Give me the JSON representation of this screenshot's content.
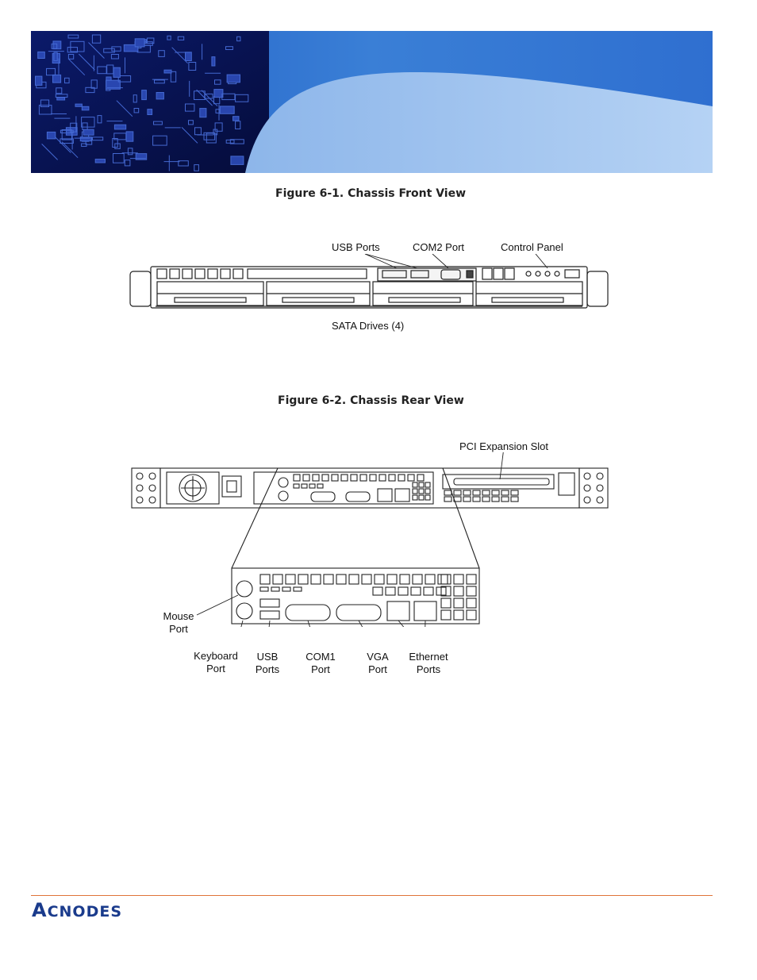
{
  "figures": {
    "front": {
      "caption": "Figure 6-1.  Chassis Front View",
      "labels": {
        "usb_ports": "USB Ports",
        "com2_port": "COM2 Port",
        "control_panel": "Control Panel",
        "sata_drives": "SATA Drives (4)"
      }
    },
    "rear": {
      "caption": "Figure 6-2.  Chassis Rear View",
      "labels": {
        "pci_slot": "PCI Expansion Slot",
        "mouse": [
          "Mouse",
          "Port"
        ],
        "keyboard": [
          "Keyboard",
          "Port"
        ],
        "usb": [
          "USB",
          "Ports"
        ],
        "com1": [
          "COM1",
          "Port"
        ],
        "vga": [
          "VGA",
          "Port"
        ],
        "ethernet": [
          "Ethernet",
          "Ports"
        ]
      }
    }
  },
  "footer": {
    "logo_first": "A",
    "logo_rest": "CNODES"
  },
  "colors": {
    "banner_dark": "#0a1550",
    "banner_circuit": "#3b5fd8",
    "banner_blue": "#3a7fd6",
    "banner_light": "#9fc4ee",
    "logo": "#1a3b8c",
    "rule": "#e0743a"
  }
}
